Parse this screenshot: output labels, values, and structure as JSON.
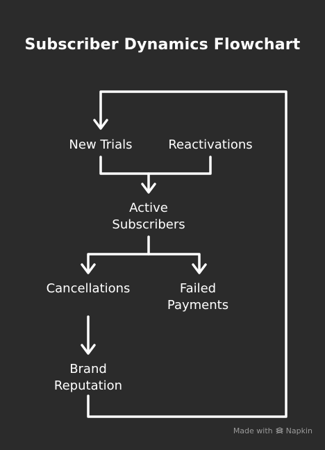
{
  "title": "Subscriber Dynamics Flowchart",
  "nodes": {
    "new_trials": {
      "lines": [
        "New Trials"
      ]
    },
    "reactivations": {
      "lines": [
        "Reactivations"
      ]
    },
    "active_subscribers": {
      "lines": [
        "Active",
        "Subscribers"
      ]
    },
    "cancellations": {
      "lines": [
        "Cancellations"
      ]
    },
    "failed_payments": {
      "lines": [
        "Failed",
        "Payments"
      ]
    },
    "brand_reputation": {
      "lines": [
        "Brand",
        "Reputation"
      ]
    }
  },
  "edges": [
    {
      "from": "new_trials",
      "to": "active_subscribers"
    },
    {
      "from": "reactivations",
      "to": "active_subscribers"
    },
    {
      "from": "active_subscribers",
      "to": "cancellations"
    },
    {
      "from": "active_subscribers",
      "to": "failed_payments"
    },
    {
      "from": "cancellations",
      "to": "brand_reputation"
    },
    {
      "from": "brand_reputation",
      "to": "new_trials"
    }
  ],
  "colors": {
    "background": "#2b2b2b",
    "foreground": "#ffffff",
    "credit": "#9a9a9a"
  },
  "credit": {
    "made_with": "Made with",
    "brand": "Napkin",
    "brand_icon": "napkin-logo-icon"
  }
}
